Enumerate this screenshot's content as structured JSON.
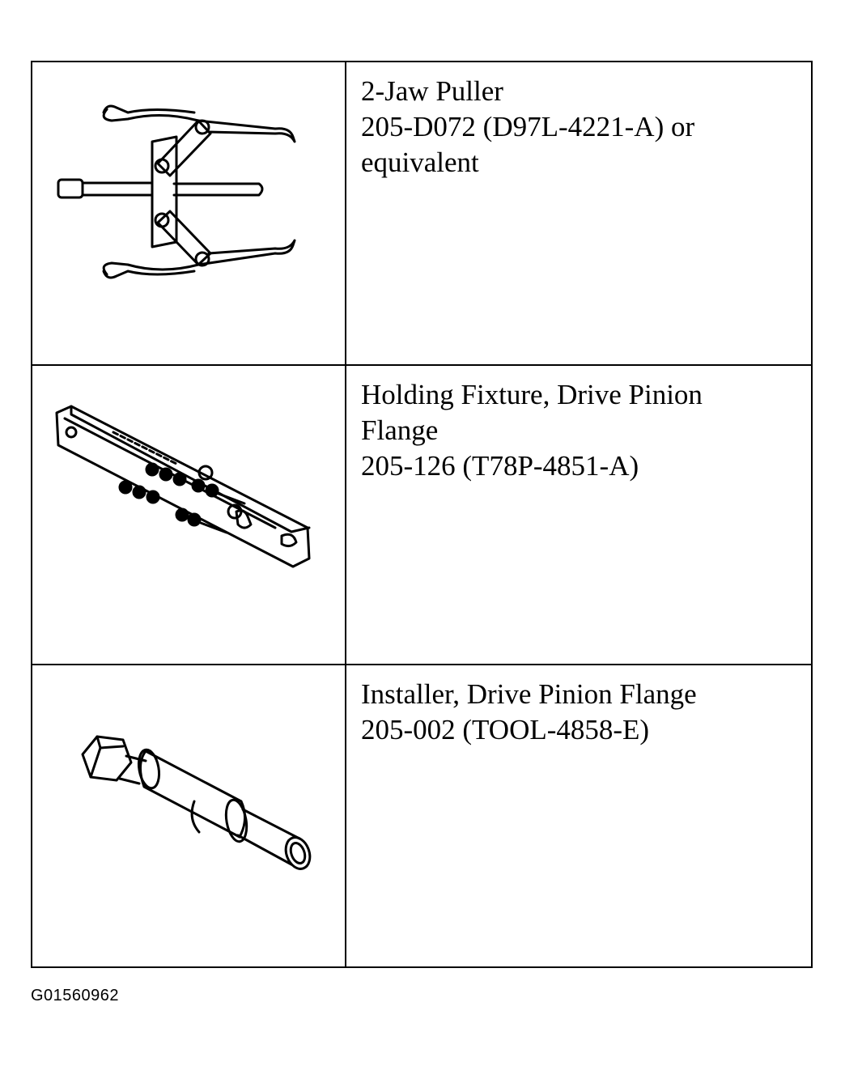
{
  "tools": [
    {
      "icon": "two-jaw-puller-icon",
      "lines": [
        "2-Jaw Puller",
        "205-D072 (D97L-4221-A) or",
        "equivalent"
      ]
    },
    {
      "icon": "holding-fixture-icon",
      "lines": [
        "Holding Fixture, Drive Pinion",
        "Flange",
        "205-126 (T78P-4851-A)"
      ]
    },
    {
      "icon": "installer-icon",
      "lines": [
        "Installer, Drive Pinion Flange",
        "205-002 (TOOL-4858-E)"
      ]
    }
  ],
  "caption": "G01560962"
}
